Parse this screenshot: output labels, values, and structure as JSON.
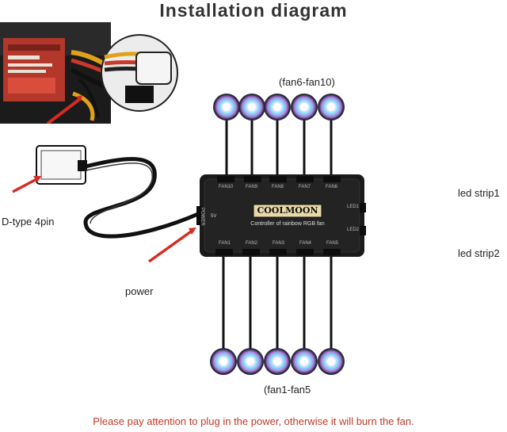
{
  "title": "Installation diagram",
  "labels": {
    "top_fans": "(fan6-fan10)",
    "bottom_fans": "(fan1-fan5",
    "dtype": "D-type 4pin",
    "power": "power",
    "led1": "led strip1",
    "led2": "led strip2"
  },
  "controller": {
    "brand": "COOLMOON",
    "subtitle": "Controller of rainbow RGB fan",
    "power_label": "POWER",
    "power_sub": "5V",
    "top_ports": [
      "FAN10",
      "FAN9",
      "FAN8",
      "FAN7",
      "FAN6"
    ],
    "bottom_ports": [
      "FAN1",
      "FAN2",
      "FAN3",
      "FAN4",
      "FAN5"
    ],
    "led_ports": [
      "LED1",
      "LED2"
    ]
  },
  "note": "Please pay attention to plug in the power, otherwise it will burn the fan.",
  "colors": {
    "accent_red": "#d62b22",
    "controller": "#1a1a1a",
    "cable": "#111111"
  }
}
